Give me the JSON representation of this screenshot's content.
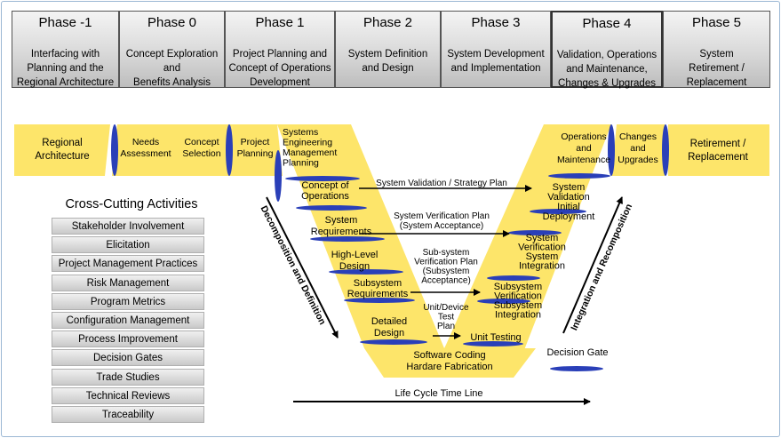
{
  "phases": [
    {
      "title": "Phase -1",
      "desc": "Interfacing with\nPlanning and the\nRegional Architecture"
    },
    {
      "title": "Phase 0",
      "desc": "Concept Exploration\nand\nBenefits Analysis"
    },
    {
      "title": "Phase 1",
      "desc": "Project Planning and\nConcept of Operations\nDevelopment"
    },
    {
      "title": "Phase 2",
      "desc": "System Definition\nand Design"
    },
    {
      "title": "Phase 3",
      "desc": "System Development\nand Implementation"
    },
    {
      "title": "Phase 4",
      "desc": "Validation, Operations\nand Maintenance,\nChanges & Upgrades"
    },
    {
      "title": "Phase 5",
      "desc": "System\nRetirement /\nReplacement"
    }
  ],
  "band": {
    "regional": [
      "Regional",
      "Architecture"
    ],
    "needs": [
      "Needs",
      "Assessment"
    ],
    "concept_selection": [
      "Concept",
      "Selection"
    ],
    "project_planning": [
      "Project",
      "Planning"
    ],
    "sep": [
      "Systems",
      "Engineering",
      "Management",
      "Planning"
    ],
    "operations": [
      "Operations",
      "and",
      "Maintenance"
    ],
    "changes": [
      "Changes",
      "and",
      "Upgrades"
    ],
    "retirement": [
      "Retirement /",
      "Replacement"
    ]
  },
  "left_leg": {
    "conops": [
      "Concept of",
      "Operations"
    ],
    "sysreq": [
      "System",
      "Requirements"
    ],
    "hld": [
      "High-Level",
      "Design"
    ],
    "subreq": [
      "Subsystem",
      "Requirements"
    ],
    "detailed": [
      "Detailed",
      "Design"
    ]
  },
  "bottom": [
    "Software Coding",
    "Hardare Fabrication"
  ],
  "right_leg": {
    "validation": [
      "System",
      "Validation",
      "Initial",
      "Deployment"
    ],
    "sysver": [
      "System",
      "Verification",
      "System",
      "Integration"
    ],
    "subver": [
      "Subsystem",
      "Verification",
      "Subsystem",
      "Integration"
    ],
    "unit": [
      "Unit Testing"
    ]
  },
  "arrows": {
    "validation_plan": [
      "System Validation / Strategy Plan"
    ],
    "verification_plan": [
      "System Verification Plan",
      "(System Acceptance)"
    ],
    "subsystem_plan": [
      "Sub-system",
      "Verification Plan",
      "(Subsystem",
      "Acceptance)"
    ],
    "unit_plan": [
      "Unit/Device",
      "Test",
      "Plan"
    ]
  },
  "decomposition": "Decomposition and Definition",
  "integration": "Integration and Recomposition",
  "decision_gate": "Decision Gate",
  "timeline": "Life Cycle Time Line",
  "cross_cutting": {
    "title": "Cross-Cutting Activities",
    "items": [
      "Stakeholder Involvement",
      "Elicitation",
      "Project Management Practices",
      "Risk Management",
      "Program Metrics",
      "Configuration Management",
      "Process Improvement",
      "Decision Gates",
      "Trade Studies",
      "Technical Reviews",
      "Traceability"
    ]
  },
  "colors": {
    "band": "#fde56a",
    "gate": "#2a3fb8",
    "phase_border": "#555555"
  }
}
